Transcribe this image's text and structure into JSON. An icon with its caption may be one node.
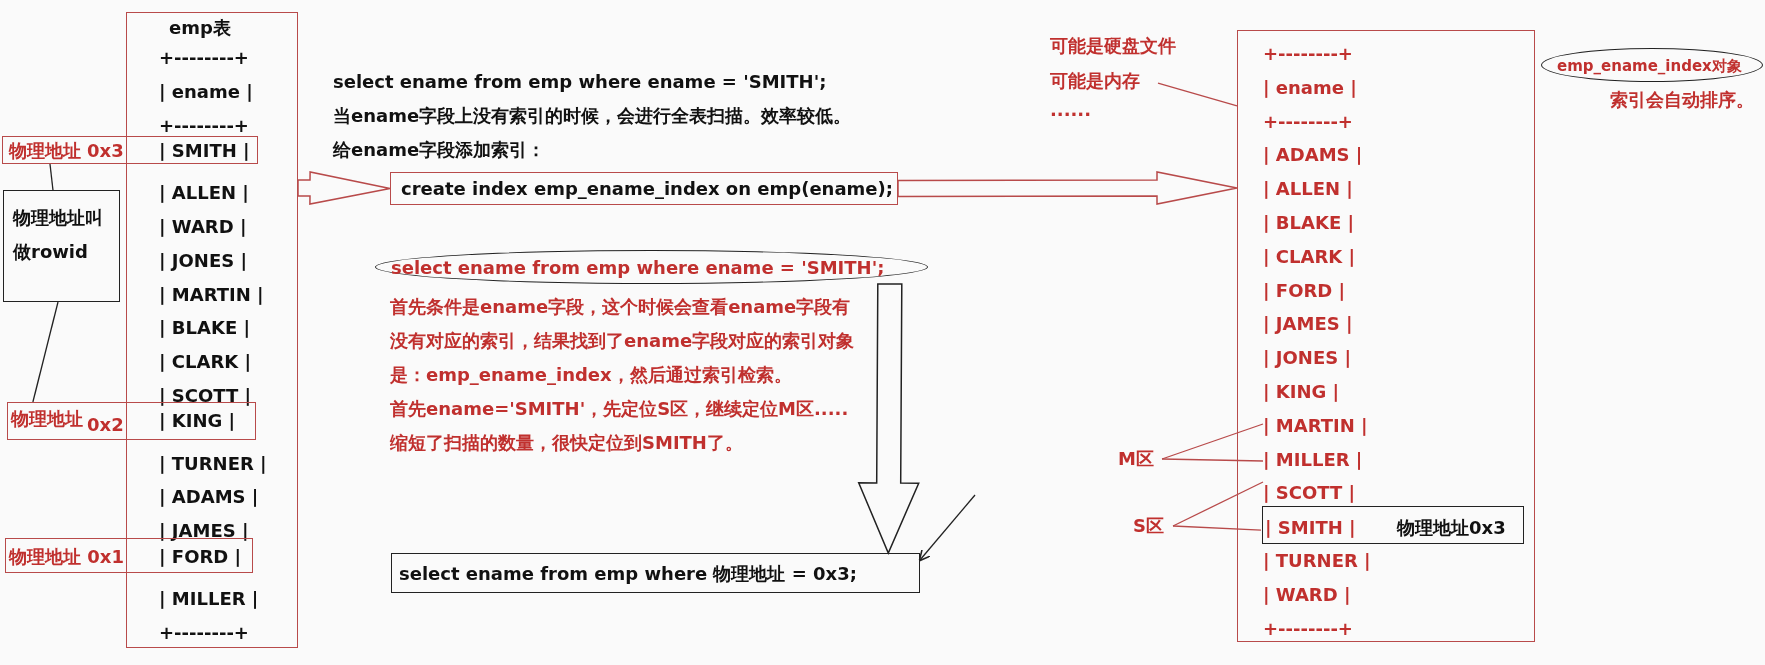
{
  "diagram": {
    "nodes": [
      {
        "text": [
          "emp表",
          "+--------+",
          "| ename |",
          "+--------+",
          "| ALLEN |",
          "| WARD |",
          "| JONES |",
          "| MARTIN |",
          "| BLAKE |",
          "| CLARK |",
          "| SCOTT |",
          "| TURNER |",
          "| ADAMS |",
          "| JAMES |",
          "| MILLER |",
          "+--------+"
        ]
      },
      {
        "text": [
          "物理地址",
          "0x3",
          "| SMITH |"
        ]
      },
      {
        "text": [
          "物理地址叫做rowid"
        ]
      },
      {
        "text": [
          "物理地址",
          "0x2",
          "| KING |"
        ]
      },
      {
        "text": [
          "物理地址 0x1",
          "| FORD |"
        ]
      },
      {
        "text": [
          "create index emp_ename_index on emp(ename);"
        ]
      },
      {
        "text": [
          "select ename from emp where ename = 'SMITH';"
        ]
      },
      {
        "text": [
          "select ename from emp where 物理地址 = 0x3;"
        ]
      },
      {
        "text": [
          "+--------+",
          "| ename |",
          "+--------+",
          "| ADAMS |",
          "| ALLEN |",
          "| BLAKE |",
          "| CLARK |",
          "| FORD |",
          "| JAMES |",
          "| JONES |",
          "| KING |",
          "| MARTIN |",
          "| MILLER |",
          "| SCOTT |",
          "| TURNER |",
          "| WARD |",
          "+--------+"
        ]
      },
      {
        "text": [
          "| SMITH |",
          "物理地址0x3"
        ],
        "in": 8
      },
      {
        "text": [
          "emp_ename_index对象"
        ],
        "beside": [
          "索引会自动排序。"
        ]
      },
      {
        "text": [
          "可能是内存"
        ]
      },
      {
        "text": [
          "M区"
        ]
      },
      {
        "text": [
          "S区"
        ]
      }
    ],
    "edges": [
      {
        "from": 1,
        "to": 2,
        "arrow": "none",
        "color": "#222222"
      },
      {
        "from": 2,
        "to": 3,
        "arrow": "none",
        "color": "#222222"
      },
      {
        "from": 0,
        "to": 5,
        "arrow": "to",
        "style": "thick"
      },
      {
        "from": 5,
        "to": 8,
        "arrow": "to",
        "style": "thick"
      },
      {
        "from": 6,
        "to": 7,
        "arrow": "to",
        "style": "thick",
        "color": "#222222"
      },
      {
        "from": null,
        "to": 7,
        "arrow": "to",
        "color": "#222222"
      },
      {
        "from": 11,
        "to": 8,
        "arrow": "none"
      },
      {
        "from": 12,
        "to": null,
        "arrow": "none"
      },
      {
        "from": 12,
        "to": null,
        "arrow": "none"
      },
      {
        "from": 13,
        "to": null,
        "arrow": "none"
      },
      {
        "from": 13,
        "to": 9,
        "arrow": "none"
      }
    ],
    "labels": [
      "select ename from emp where ename = 'SMITH';",
      "当ename字段上没有索引的时候，会进行全表扫描。效率较低。",
      "给ename字段添加索引：",
      "可能是硬盘文件",
      "......",
      "首先条件是ename字段，这个时候会查看ename字段有没有对应的索引，结果找到了ename字段对应的索引对象是：emp_ename_index，然后通过索引检索。",
      "首先ename='SMITH'，先定位S区，继续定位M区.....",
      "缩短了扫描的数量，很快定位到SMITH了。"
    ]
  }
}
